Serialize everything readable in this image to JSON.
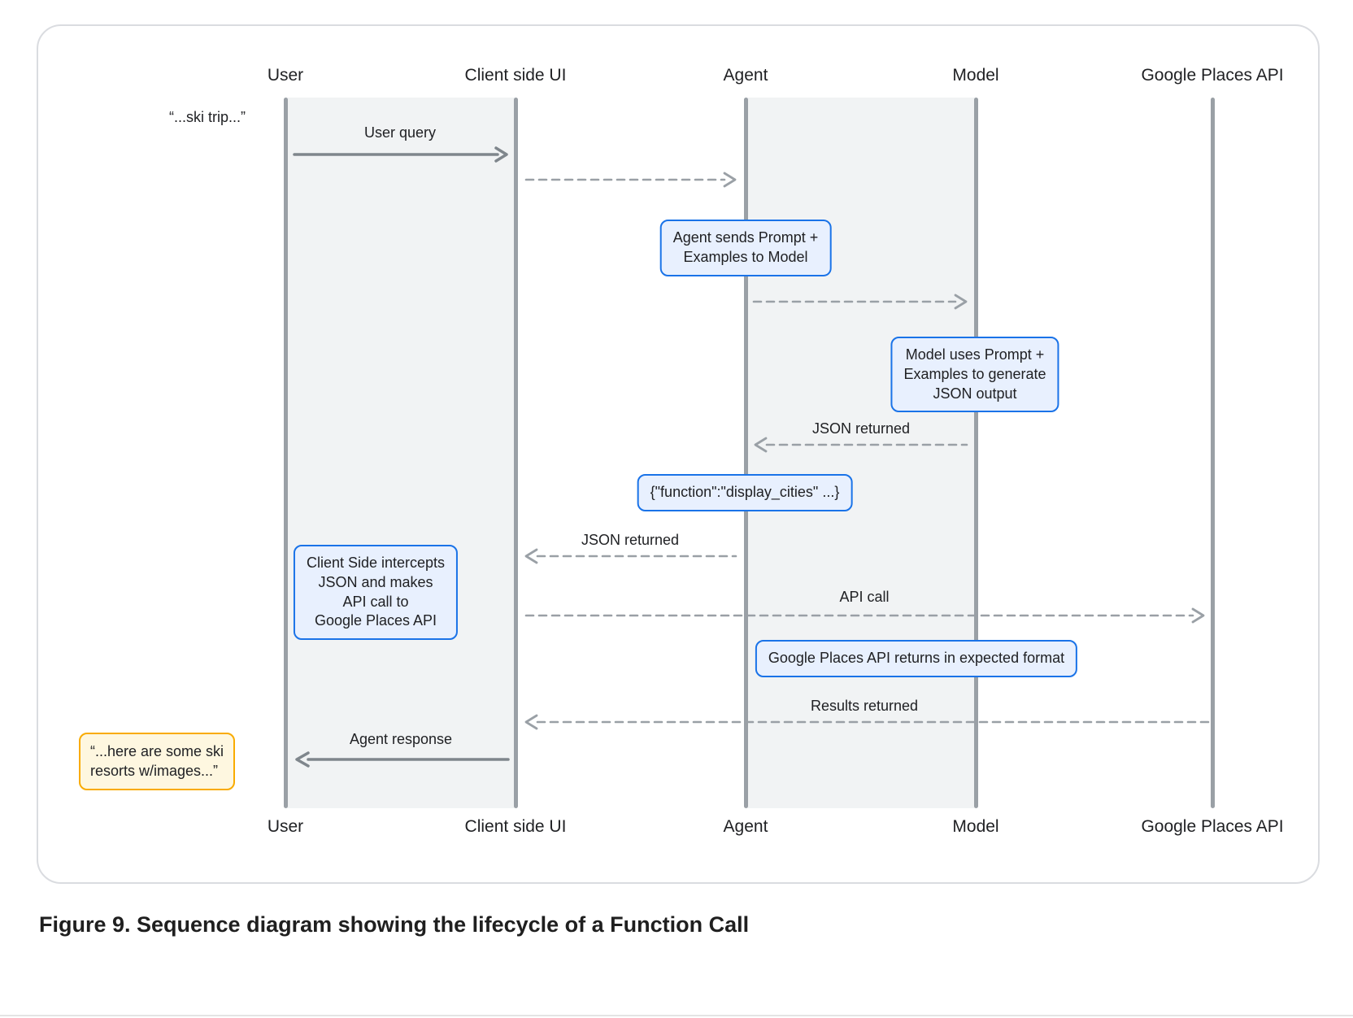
{
  "caption": "Figure 9. Sequence diagram showing the lifecycle of a Function Call",
  "actors": {
    "user": "User",
    "client_ui": "Client side UI",
    "agent": "Agent",
    "model": "Model",
    "places_api": "Google Places API"
  },
  "quotes": {
    "ski_trip": "“...ski trip...”",
    "agent_reply": "“...here are some ski\nresorts w/images...”"
  },
  "messages": {
    "user_query": "User query",
    "json_returned_to_agent": "JSON returned",
    "json_returned_to_client": "JSON returned",
    "api_call": "API call",
    "results_returned": "Results returned",
    "agent_response": "Agent response"
  },
  "notes": {
    "agent_sends_prompt": "Agent sends Prompt +\nExamples to Model",
    "model_generates_json": "Model uses Prompt +\nExamples to generate\nJSON output",
    "function_json": "{\"function\":\"display_cities\" ...}",
    "client_intercepts": "Client Side intercepts\nJSON and makes\nAPI call to\nGoogle Places API",
    "places_returns": "Google Places API returns in expected format"
  },
  "colors": {
    "note_fill": "#e8f0fe",
    "note_border": "#1a73e8",
    "quote_fill": "#fef7e0",
    "quote_border": "#f9ab00",
    "lifeline": "#9aa0a6",
    "lane_band": "#f1f3f4",
    "arrow_solid": "#7f868c",
    "arrow_dashed": "#9aa0a6",
    "text": "#202124"
  }
}
